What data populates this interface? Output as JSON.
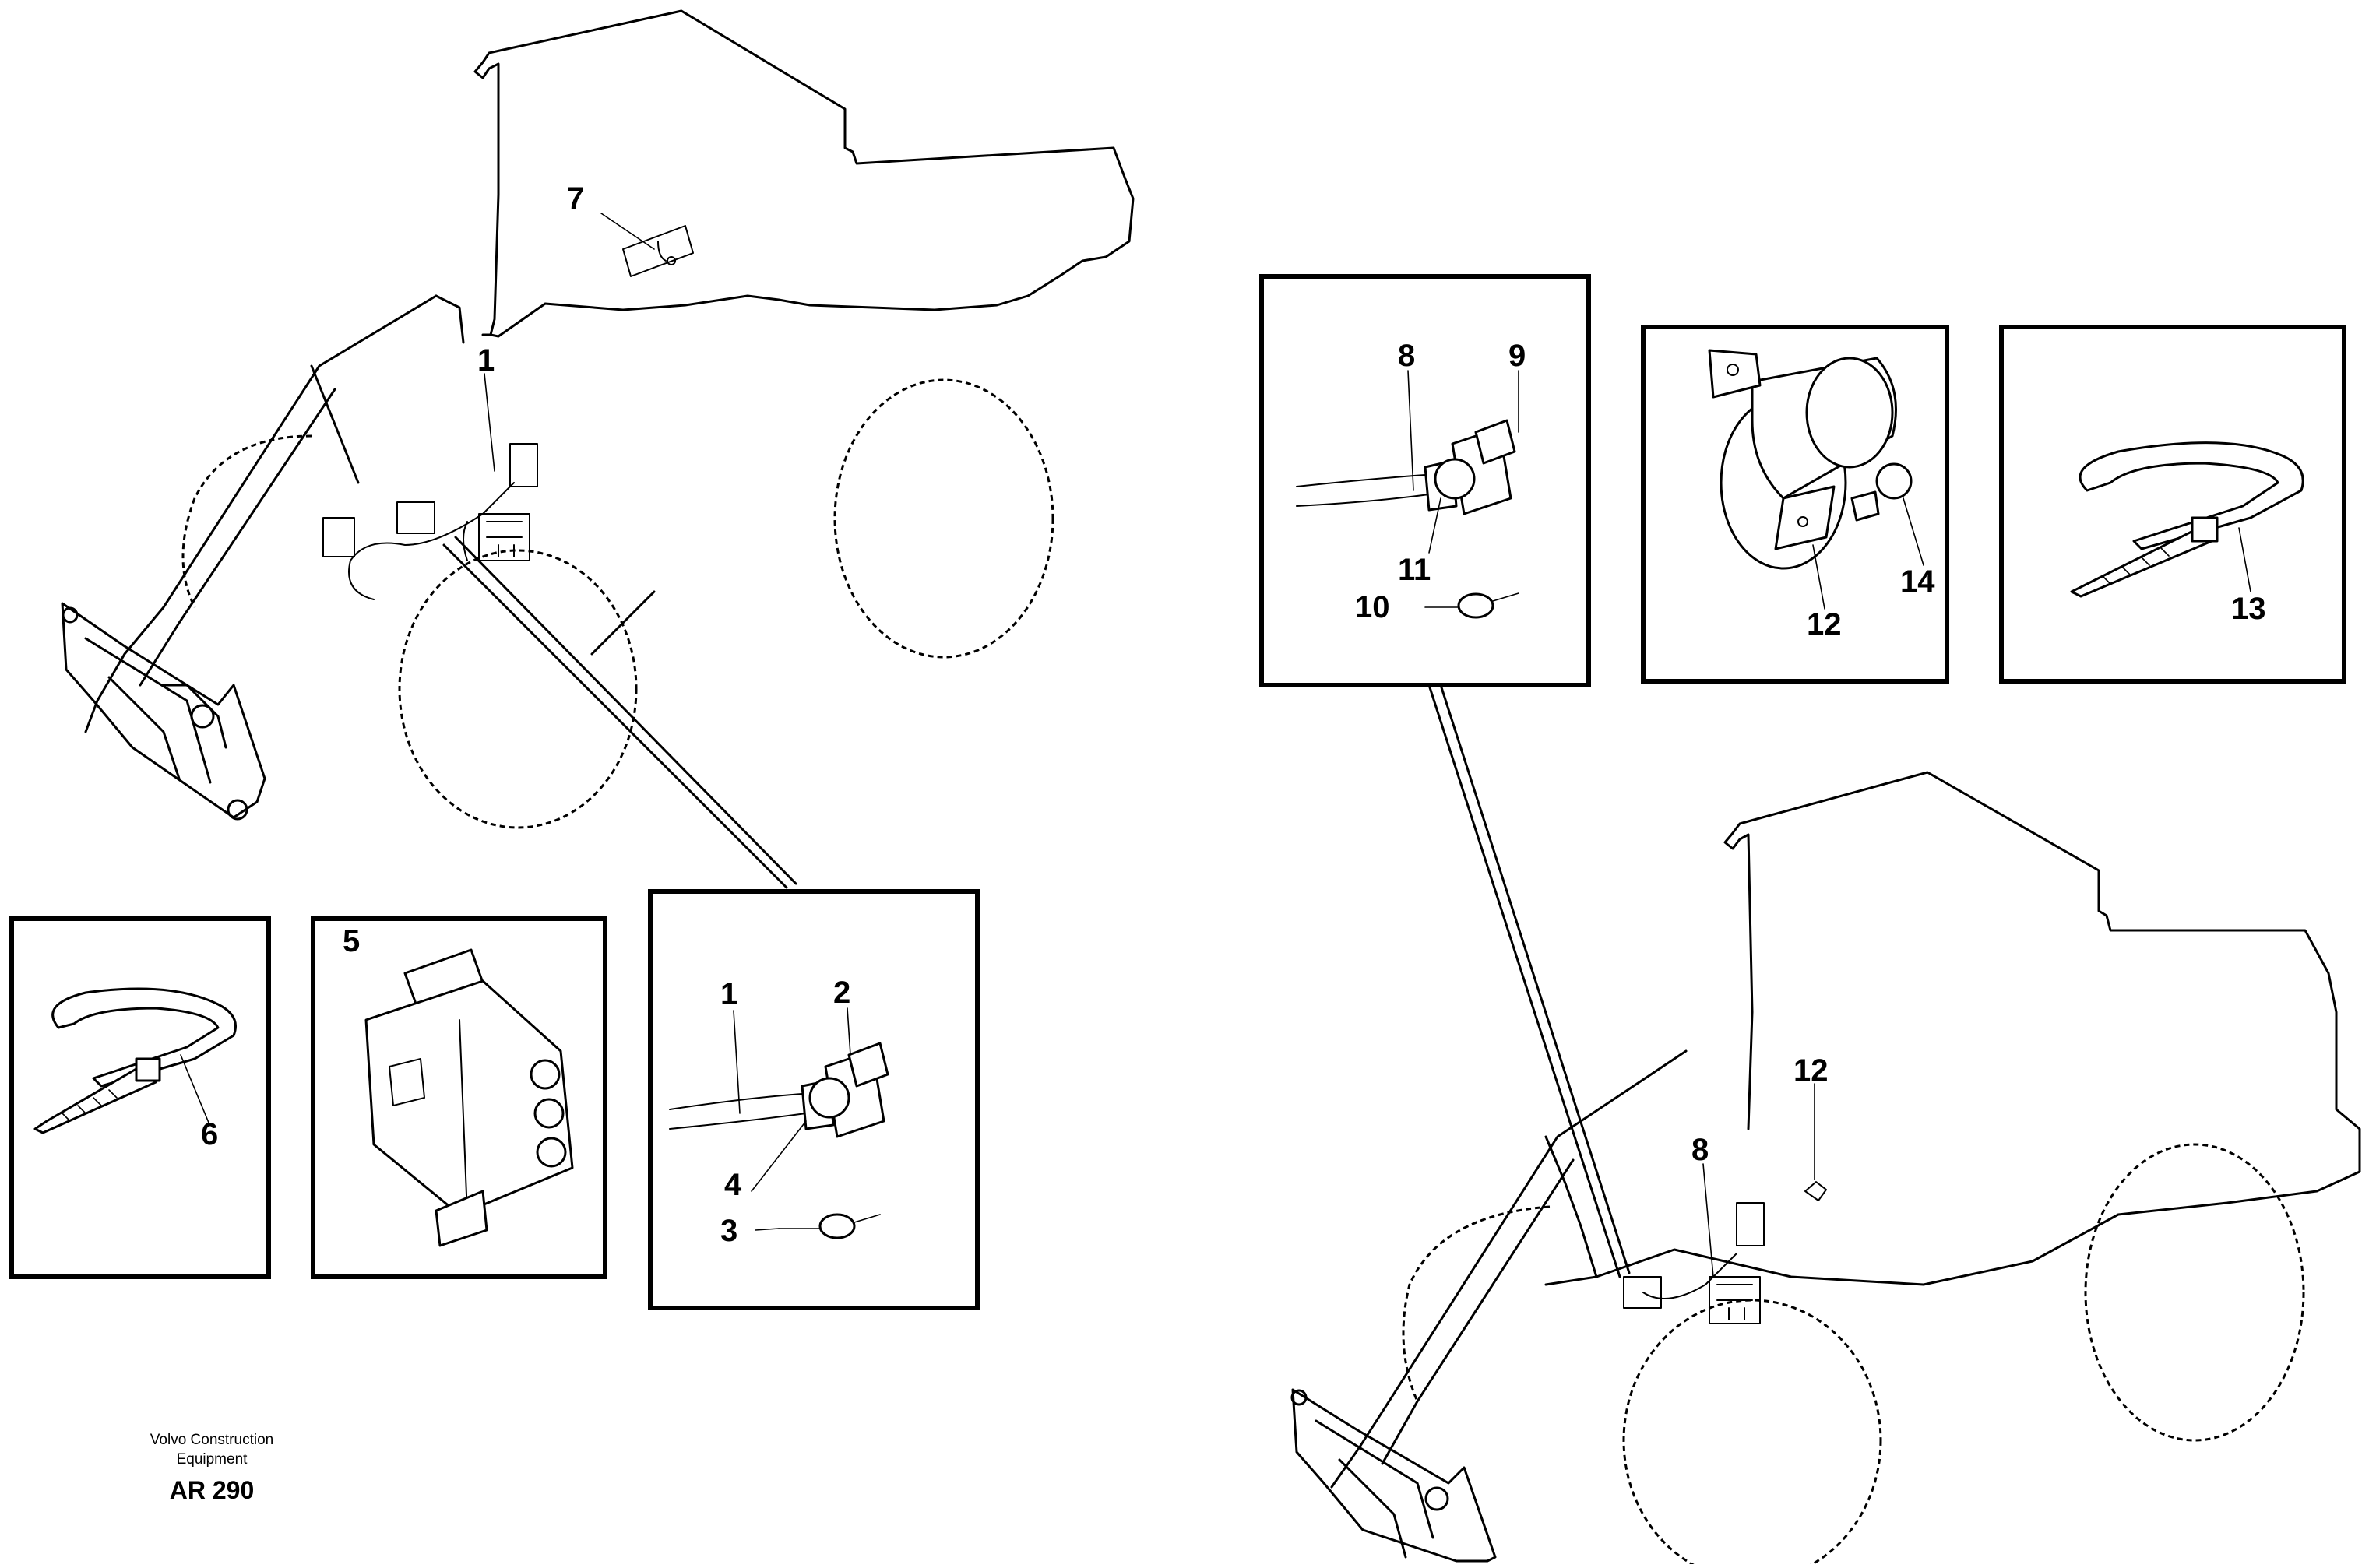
{
  "callouts": {
    "left_machine_1": "1",
    "left_machine_7": "7",
    "box_tie_6": "6",
    "box_plug_5": "5",
    "box_conn_1": "1",
    "box_conn_2": "2",
    "box_conn_4": "4",
    "box_conn_3": "3",
    "box_conn_8": "8",
    "box_conn_9": "9",
    "box_conn_11": "11",
    "box_conn_10": "10",
    "box_lamp_12": "12",
    "box_lamp_14": "14",
    "box_tie_13": "13",
    "right_machine_12": "12",
    "right_machine_8": "8"
  },
  "footer": {
    "company_line1": "Volvo Construction",
    "company_line2": "Equipment",
    "code": "AR 290"
  }
}
